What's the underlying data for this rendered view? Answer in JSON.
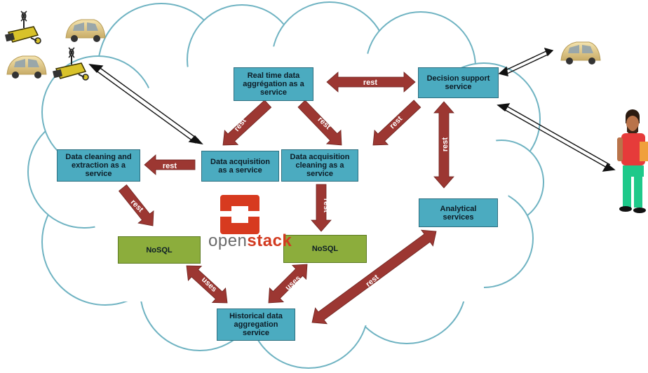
{
  "boxes": {
    "realtime": "Real time data\naggrégation as a\nservice",
    "decision": "Decision support\nservice",
    "cleaning_extraction": "Data cleaning and\nextraction as a\nservice",
    "acquisition": "Data acquisition\nas a service",
    "acquisition_cleaning": "Data acquisition\ncleaning  as a\nservice",
    "analytical": "Analytical\nservices",
    "nosql_left": "NoSQL",
    "nosql_right": "NoSQL",
    "historical": "Historical data\naggregation\nservice"
  },
  "arrow_labels": {
    "rest": "rest",
    "uses": "uses"
  },
  "logo": {
    "part1": "open",
    "part2": "stack"
  },
  "colors": {
    "service_box": "#4babc0",
    "db_box": "#8cad3c",
    "arrow": "#9c3732",
    "cloud_stroke": "#6fb3c2"
  },
  "icons": [
    "camera-icon",
    "car-icon",
    "person-icon",
    "openstack-logo-icon"
  ]
}
